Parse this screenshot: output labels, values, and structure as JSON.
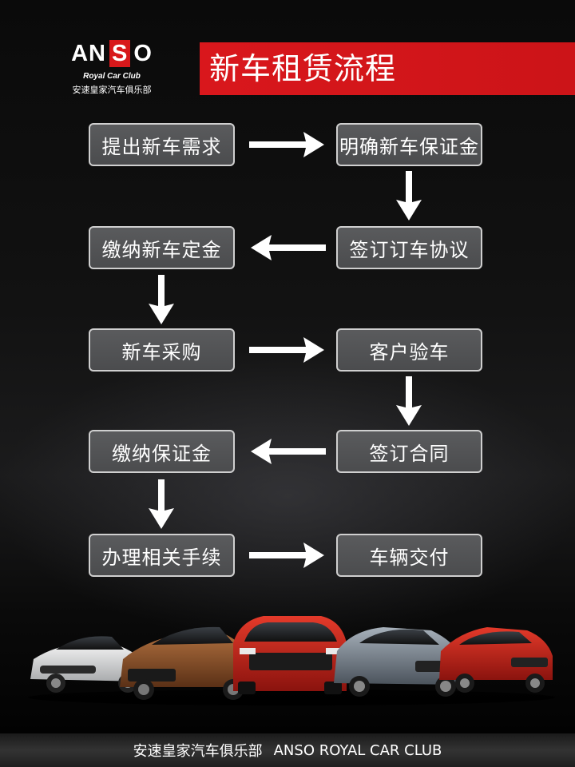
{
  "brand": {
    "logo_text_a": "AN",
    "logo_text_s": "S",
    "logo_text_o": "O",
    "logo_sub": "Royal Car Club",
    "logo_cn": "安速皇家汽车俱乐部",
    "accent_color": "#d8181b"
  },
  "title": "新车租赁流程",
  "steps": [
    "提出新车需求",
    "明确新车保证金",
    "签订订车协议",
    "缴纳新车定金",
    "新车采购",
    "客户验车",
    "签订合同",
    "缴纳保证金",
    "办理相关手续",
    "车辆交付"
  ],
  "footer": {
    "cn": "安速皇家汽车俱乐部",
    "en": "ANSO ROYAL CAR CLUB"
  }
}
